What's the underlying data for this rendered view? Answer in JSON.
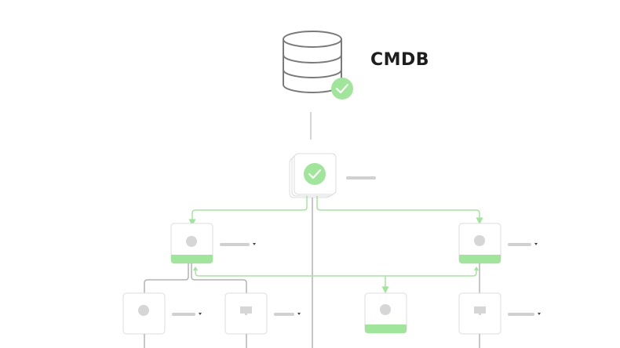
{
  "header": {
    "title": "CMDB",
    "database_icon": "database-icon",
    "status": "verified"
  },
  "colors": {
    "accent_green": "#9fe59a",
    "line_green": "#a6e4a0",
    "line_gray": "#b4b4b4",
    "node_border": "#dcdcdc",
    "placeholder": "#d0d0d0",
    "title": "#1e1e1e"
  },
  "root_node": {
    "status": "verified",
    "icon": "check-circle-icon",
    "label_placeholder": true
  },
  "tier1_nodes": [
    {
      "id": "node-left",
      "icon": "circle-icon",
      "highlighted": true,
      "has_dropdown": true
    },
    {
      "id": "node-right",
      "icon": "circle-icon",
      "highlighted": true,
      "has_dropdown": true
    }
  ],
  "tier2_nodes": [
    {
      "id": "node-a",
      "icon": "circle-icon",
      "highlighted": false,
      "has_dropdown": true
    },
    {
      "id": "node-b",
      "icon": "monitor-icon",
      "highlighted": false,
      "has_dropdown": true
    },
    {
      "id": "node-c",
      "icon": "circle-icon",
      "highlighted": true,
      "has_dropdown": false
    },
    {
      "id": "node-d",
      "icon": "monitor-icon",
      "highlighted": false,
      "has_dropdown": true
    }
  ]
}
